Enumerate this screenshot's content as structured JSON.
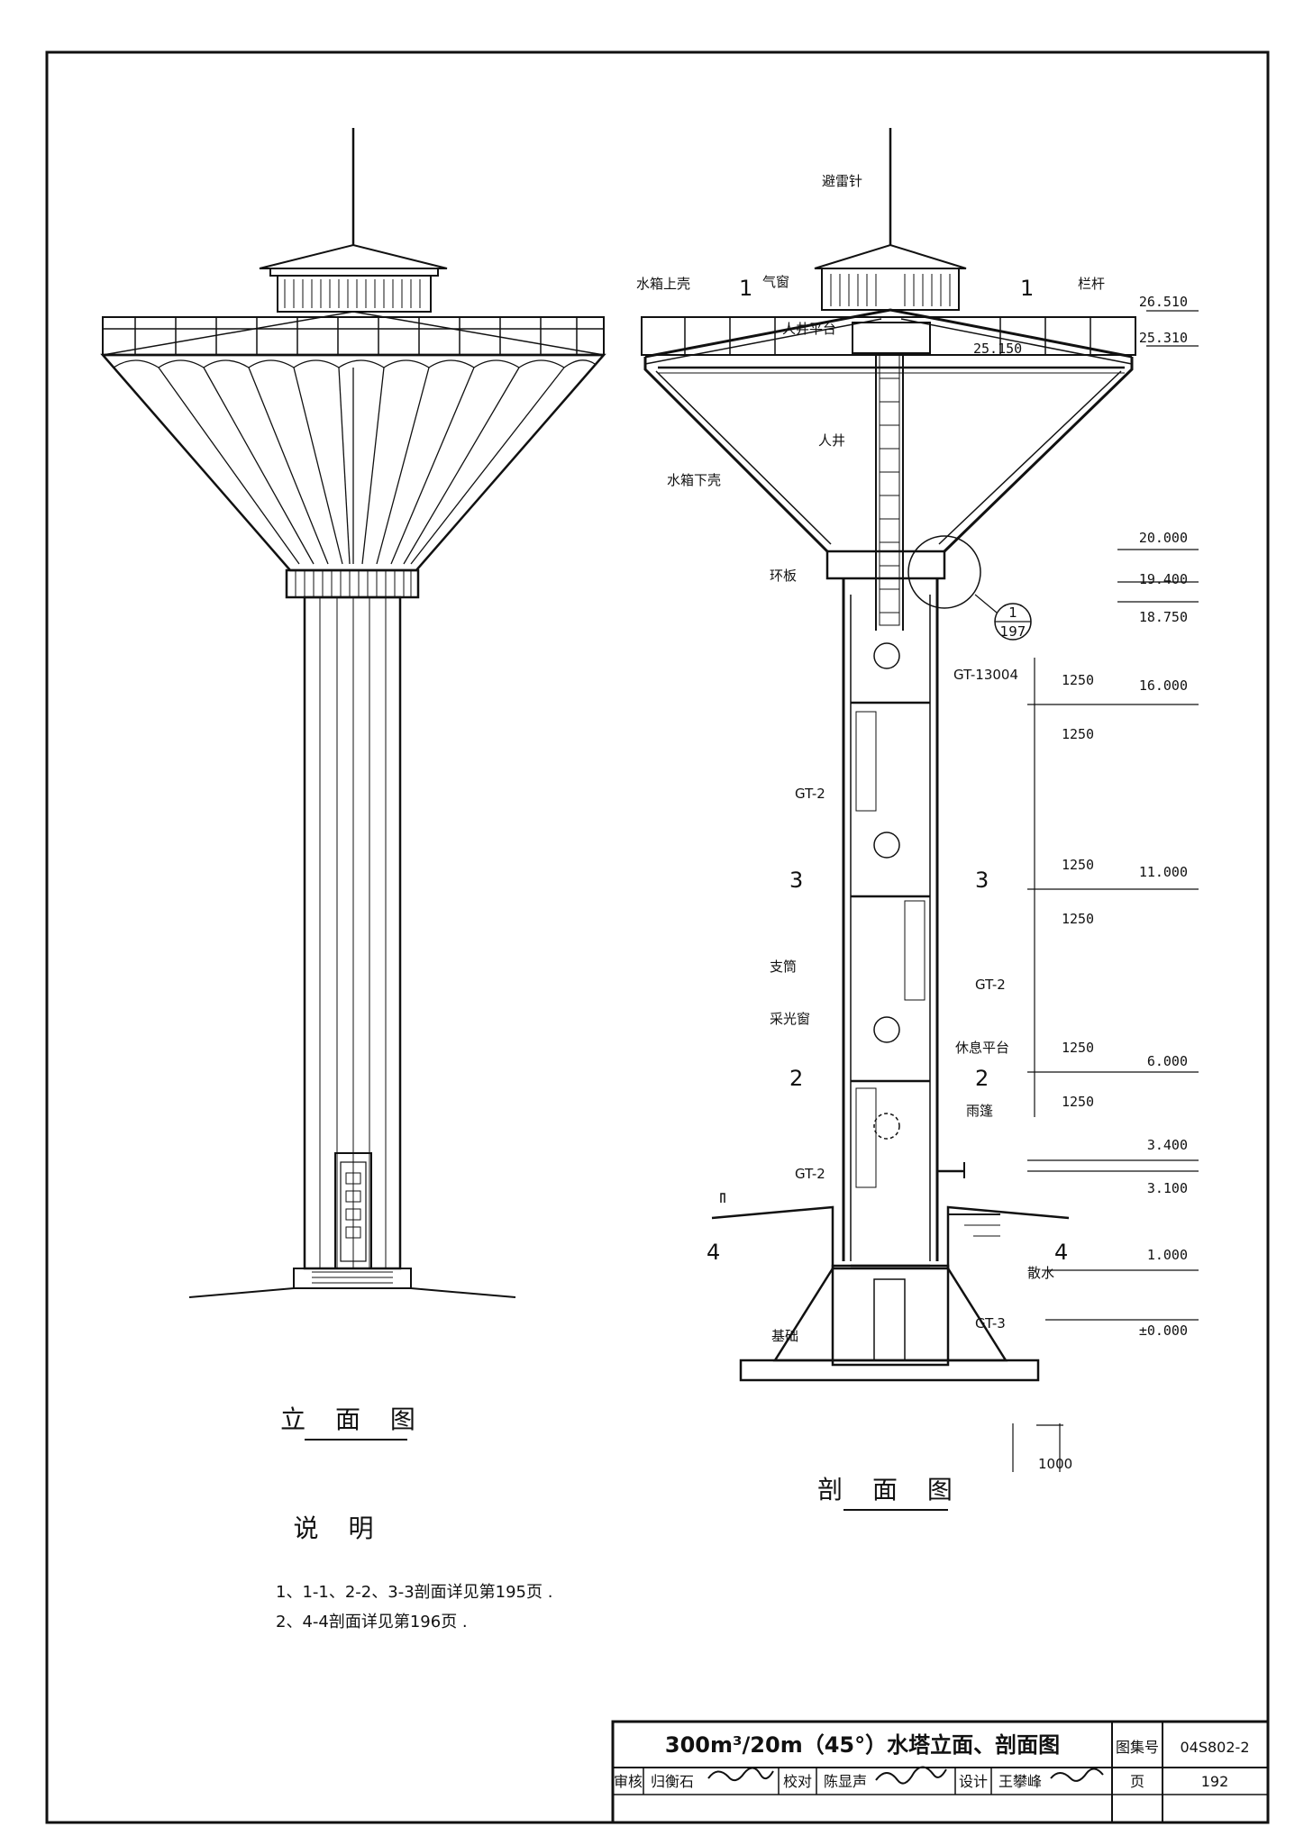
{
  "elevation": {
    "title": "立 面 图"
  },
  "section": {
    "title": "剖 面 图",
    "labels": {
      "lightning_rod": "避雷针",
      "tank_top_shell": "水箱上壳",
      "vent_window": "气窗",
      "railing": "栏杆",
      "manhole_platform": "人井平台",
      "manhole": "人井",
      "tank_bottom_shell": "水箱下壳",
      "ring_plate": "环板",
      "support_tube": "支筒",
      "light_window": "采光窗",
      "rest_platform": "休息平台",
      "canopy": "雨篷",
      "apron": "散水",
      "foundation": "基础",
      "gt1": "GT-13004",
      "gt2_a": "GT-2",
      "gt2_b": "GT-2",
      "gt2_c": "GT-2",
      "gt3": "GT-3",
      "detail_num": "1",
      "detail_page": "197",
      "scale_dim": "1000"
    },
    "cut_marks": [
      "1",
      "1",
      "3",
      "3",
      "2",
      "2",
      "4",
      "4"
    ],
    "levels": [
      "26.510",
      "25.310",
      "25.150",
      "20.000",
      "19.400",
      "18.750",
      "16.000",
      "11.000",
      "6.000",
      "3.400",
      "3.100",
      "1.000",
      "±0.000"
    ],
    "dims": [
      "1250",
      "1250",
      "1250",
      "1250",
      "1250",
      "1250"
    ]
  },
  "notes": {
    "heading": "说 明",
    "items": [
      "1、1-1、2-2、3-3剖面详见第195页 .",
      "2、4-4剖面详见第196页 ."
    ]
  },
  "title_block": {
    "title": "300m³/20m（45°）水塔立面、剖面图",
    "atlas_label": "图集号",
    "atlas_no": "04S802-2",
    "review_label": "审核",
    "reviewer": "归衡石",
    "check_label": "校对",
    "checker": "陈显声",
    "design_label": "设计",
    "designer": "王攀峰",
    "page_label": "页",
    "page_no": "192"
  }
}
